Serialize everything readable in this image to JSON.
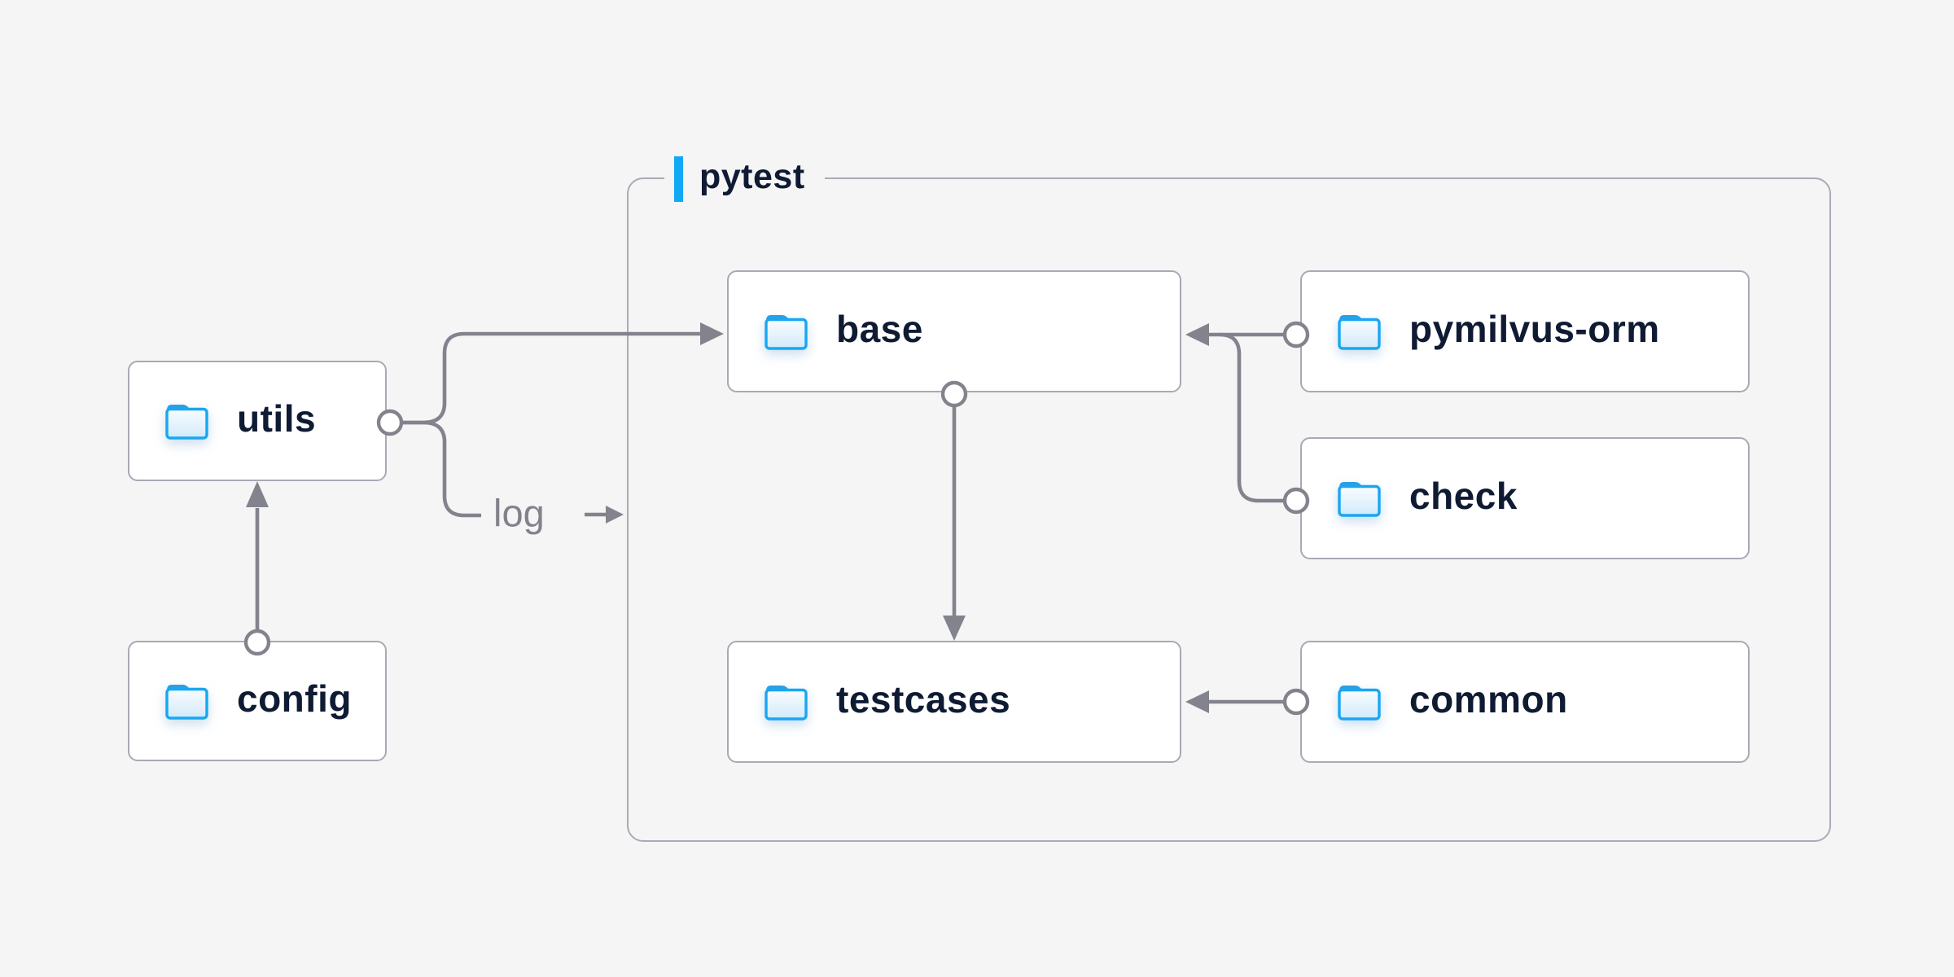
{
  "diagram": {
    "title_group": {
      "label": "pytest"
    },
    "nodes": {
      "utils": {
        "label": "utils"
      },
      "config": {
        "label": "config"
      },
      "base": {
        "label": "base"
      },
      "pymilvus_orm": {
        "label": "pymilvus-orm"
      },
      "check": {
        "label": "check"
      },
      "testcases": {
        "label": "testcases"
      },
      "common": {
        "label": "common"
      }
    },
    "labels": {
      "log": "log"
    },
    "edges": [
      {
        "from": "config",
        "to": "utils"
      },
      {
        "from": "utils",
        "to": "base"
      },
      {
        "from": "utils",
        "to": "pytest",
        "label": "log"
      },
      {
        "from": "pymilvus-orm",
        "to": "base"
      },
      {
        "from": "check",
        "to": "base"
      },
      {
        "from": "base",
        "to": "testcases"
      },
      {
        "from": "common",
        "to": "testcases"
      }
    ],
    "colors": {
      "background": "#f5f5f6",
      "node_border": "#a9a9b4",
      "group_border": "#abaab6",
      "wire": "#83838e",
      "text": "#0f1b33",
      "edge_label_text": "#82828c",
      "accent_blue": "#12a9f4",
      "folder_blue": "#18a7f2"
    }
  }
}
